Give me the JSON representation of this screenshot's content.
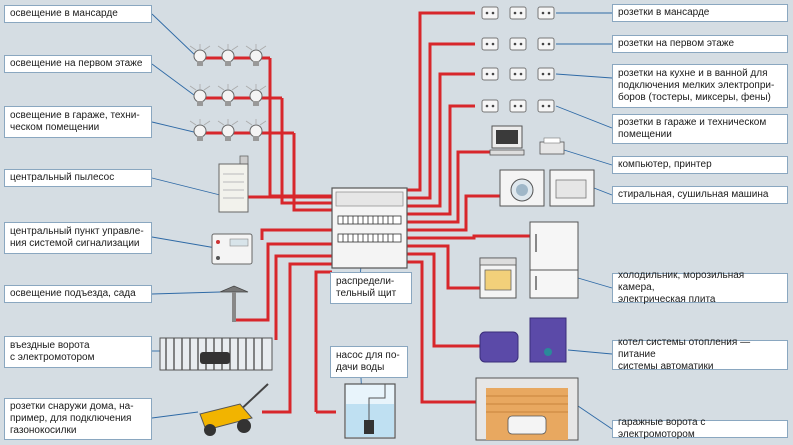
{
  "labels": {
    "l1": "освещение в мансарде",
    "l2": "освещение на первом этаже",
    "l3": "освещение в гараже, техни-\nческом помещении",
    "l4": "центральный пылесос",
    "l5": "центральный пункт управле-\nния системой сигнализации",
    "l6": "освещение подъезда, сада",
    "l7": "въездные ворота\nс электромотором",
    "l8": "розетки снаружи дома, на-\nпример, для подключения\nгазонокосилки",
    "c1": "распредели-\nтельный щит",
    "c2": "насос для по-\nдачи воды",
    "r1": "розетки в мансарде",
    "r2": "розетки на первом этаже",
    "r3": "розетки на кухне и в ванной для\nподключения мелких электропри-\nборов (тостеры, миксеры, фены)",
    "r4": "розетки в гараже и техническом\nпомещении",
    "r5": "компьютер, принтер",
    "r6": "стиральная, сушильная машина",
    "r7": "холодильник, морозильная камера,\nэлектрическая плита",
    "r8": "котел системы отопления — питание\nсистемы автоматики",
    "r9": "гаражные ворота с электромотором"
  },
  "colors": {
    "wire": "#d8262b",
    "pointer": "#2f6aa6",
    "label_border": "#8aa7c0",
    "background": "#d5dde3",
    "boiler": "#5b4aa8"
  },
  "icons": {
    "panel": "distribution-panel-icon",
    "lamp": "light-bulb-icon",
    "socket": "socket-icon",
    "vacuum": "central-vacuum-icon",
    "alarm": "alarm-control-icon",
    "garden_lamp": "garden-lamp-icon",
    "gate": "gate-icon",
    "mower": "lawn-mower-icon",
    "pump": "water-pump-icon",
    "computer": "computer-icon",
    "printer": "printer-icon",
    "washer": "washing-machine-icon",
    "dryer": "dryer-icon",
    "stove": "electric-stove-icon",
    "fridge": "fridge-icon",
    "boiler": "boiler-icon",
    "garage": "garage-door-icon"
  }
}
